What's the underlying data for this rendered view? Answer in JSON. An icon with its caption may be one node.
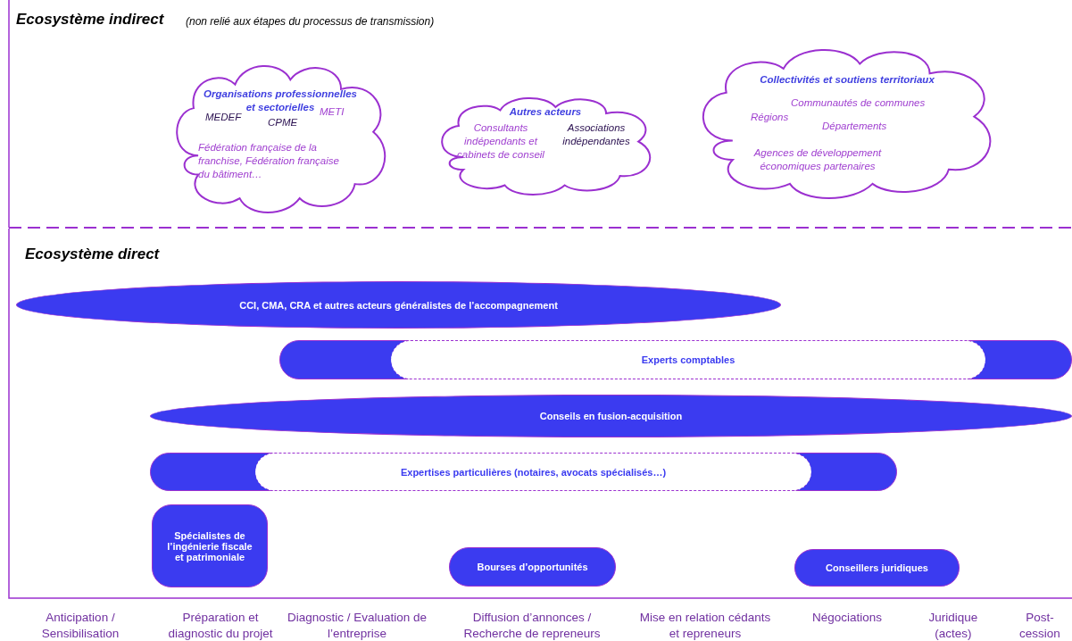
{
  "diagram": {
    "nodes": [
      {
        "text": [
          "Organisations professionnelles et sectorielles",
          "MEDEF",
          "CPME",
          "METI",
          "Fédération française de la franchise, Fédération française du bâtiment…"
        ]
      },
      {
        "text": [
          "Autres acteurs",
          "Consultants indépendants et cabinets de conseil",
          "Associations indépendantes"
        ]
      },
      {
        "text": [
          "Collectivités et soutiens territoriaux",
          "Communautés de communes",
          "Régions",
          "Départements",
          "Agences de développement économiques partenaires"
        ]
      },
      {
        "text": [
          "CCI, CMA, CRA et autres acteurs généralistes de l’accompagnement"
        ]
      },
      {
        "text": [
          "Experts comptables"
        ]
      },
      {
        "text": [
          "Conseils en fusion-acquisition"
        ]
      },
      {
        "text": [
          "Expertises particulières (notaires, avocats spécialisés…)"
        ]
      },
      {
        "text": [
          "Spécialistes de l’ingénierie fiscale et patrimoniale"
        ]
      },
      {
        "text": [
          "Bourses d’opportunités"
        ]
      },
      {
        "text": [
          "Conseillers juridiques"
        ]
      }
    ],
    "labels": [
      "Ecosystème indirect",
      "(non relié aux étapes du processus de transmission)",
      "Ecosystème direct",
      "Anticipation / Sensibilisation",
      "Préparation et diagnostic du projet",
      "Diagnostic / Evaluation de l’entreprise",
      "Diffusion d’annonces / Recherche de repreneurs",
      "Mise en relation cédants et repreneurs",
      "Négociations",
      "Juridique (actes)",
      "Post-cession"
    ]
  }
}
